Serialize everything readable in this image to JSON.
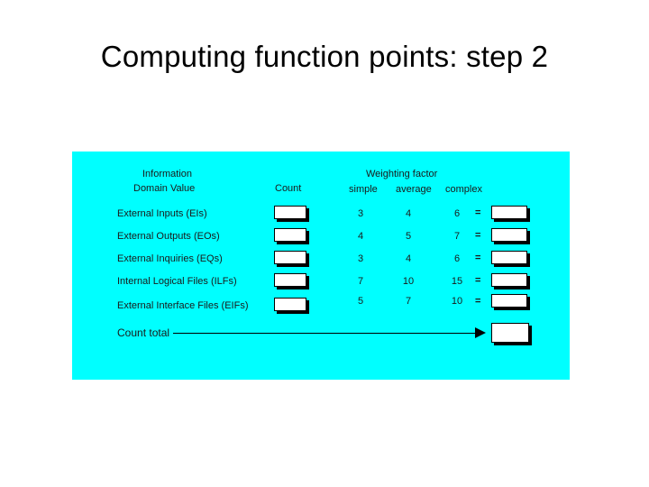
{
  "slide": {
    "title": "Computing function points: step 2"
  },
  "panel": {
    "background_color": "#00FFFF",
    "headers": {
      "information": "Information",
      "domain_value": "Domain Value",
      "count": "Count",
      "weighting_factor": "Weighting factor",
      "simple": "simple",
      "average": "average",
      "complex": "complex"
    },
    "equals_sign": "=",
    "count_total_label": "Count total",
    "rows": [
      {
        "label": "External Inputs (EIs)",
        "count_value": "",
        "simple": "3",
        "average": "4",
        "complex": "6",
        "result_value": ""
      },
      {
        "label": "External Outputs (EOs)",
        "count_value": "",
        "simple": "4",
        "average": "5",
        "complex": "7",
        "result_value": ""
      },
      {
        "label": "External Inquiries (EQs)",
        "count_value": "",
        "simple": "3",
        "average": "4",
        "complex": "6",
        "result_value": ""
      },
      {
        "label": "Internal Logical Files (ILFs)",
        "count_value": "",
        "simple": "7",
        "average": "10",
        "complex": "15",
        "result_value": ""
      },
      {
        "label": "External Interface Files (EIFs)",
        "count_value": "",
        "simple": "5",
        "average": "7",
        "complex": "10",
        "result_value": ""
      }
    ],
    "total_value": ""
  }
}
